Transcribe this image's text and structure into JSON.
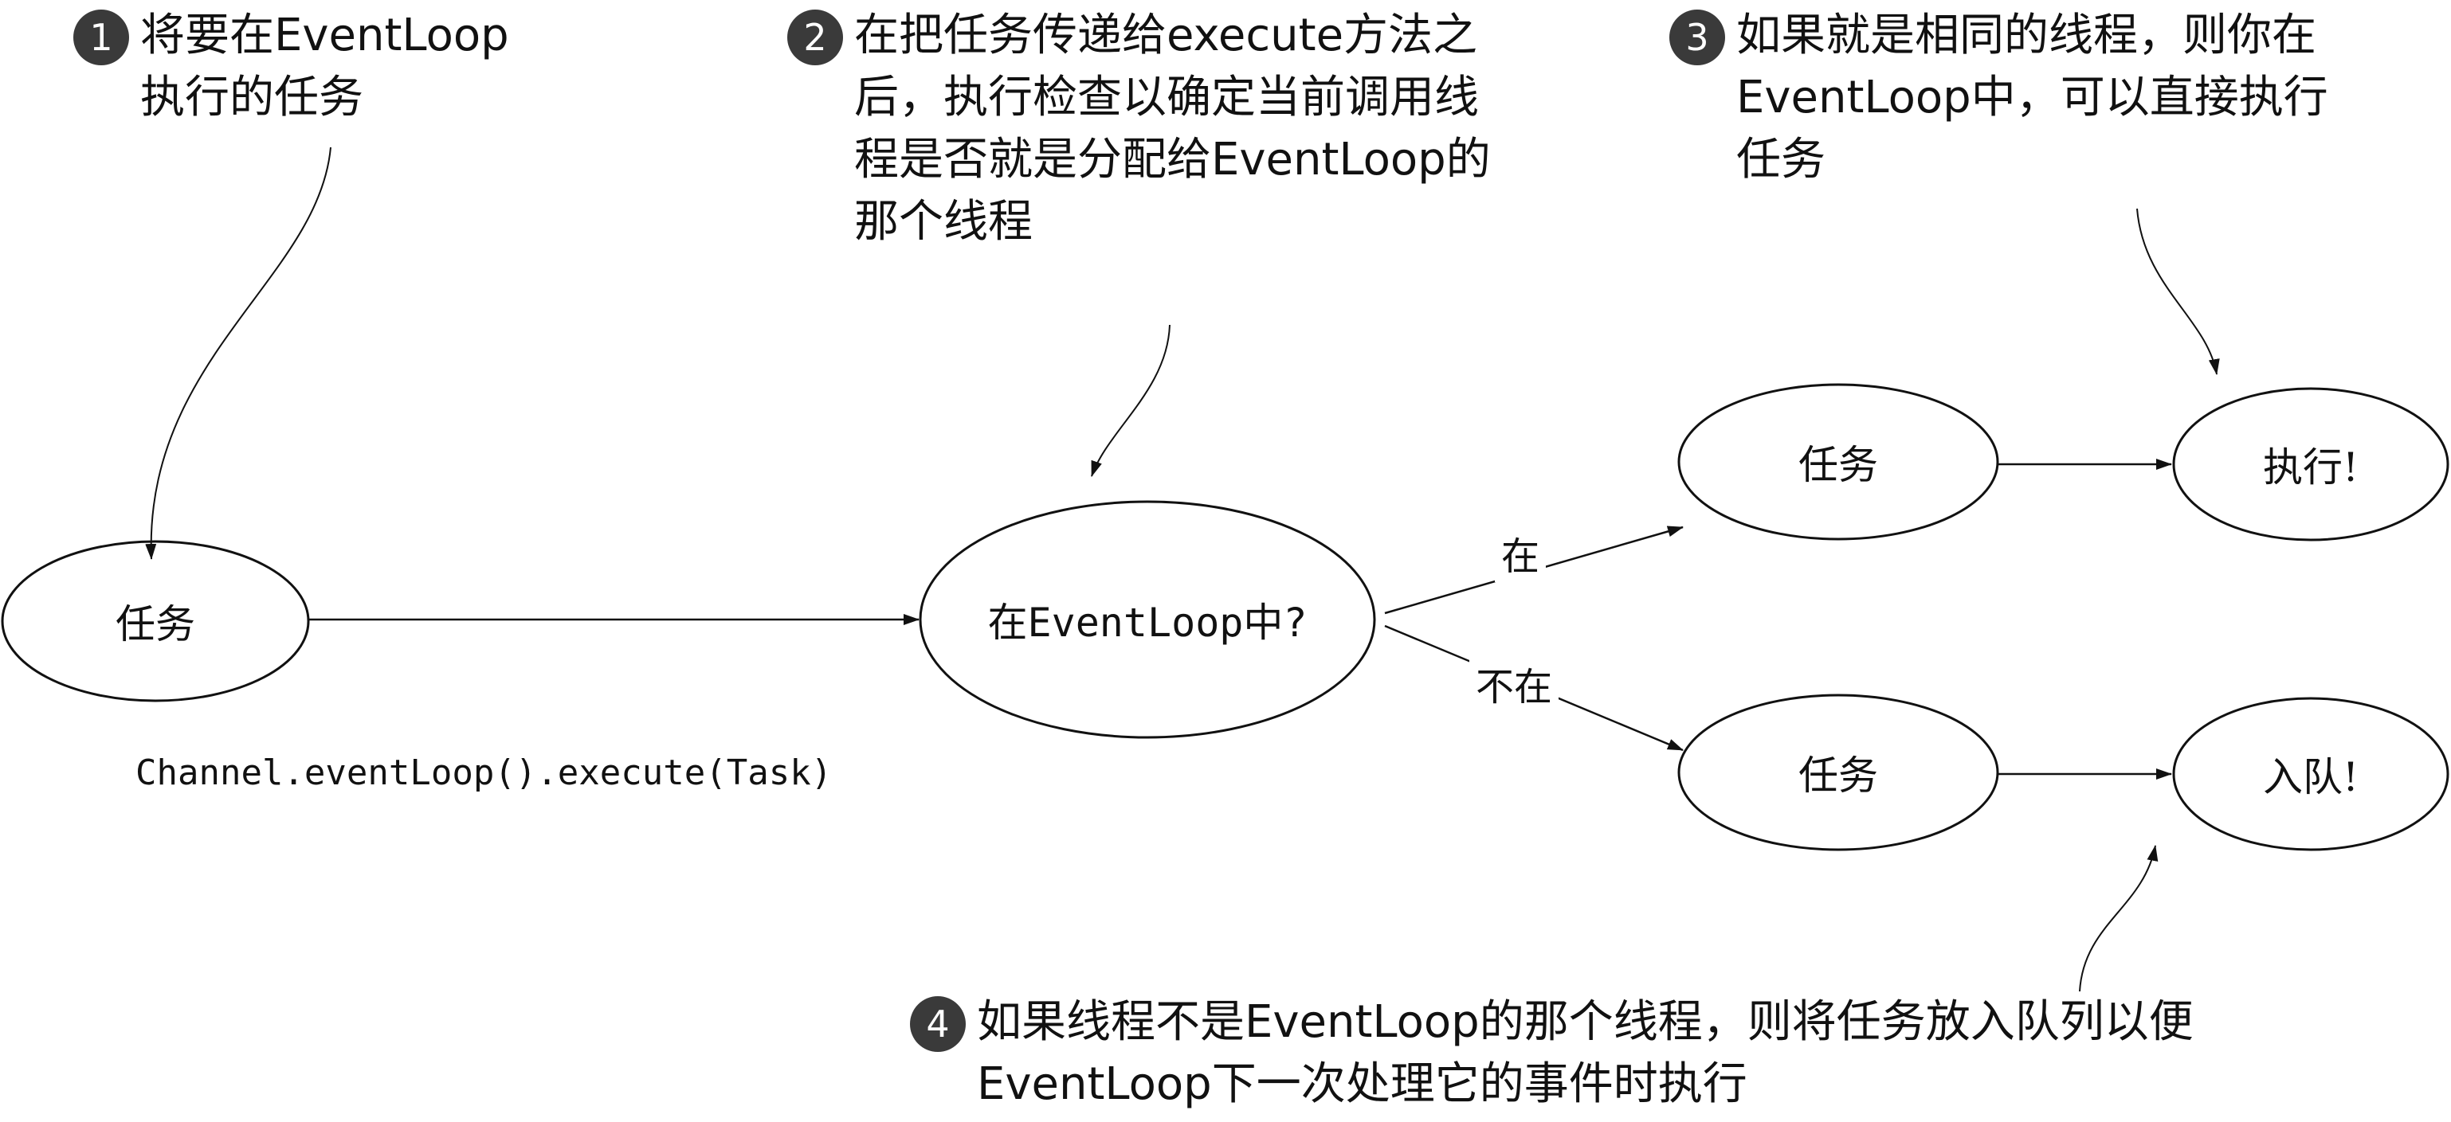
{
  "notes": [
    {
      "number": "1",
      "text": "将要在EventLoop\n执行的任务"
    },
    {
      "number": "2",
      "text": "在把任务传递给execute方法之\n后，执行检查以确定当前调用线\n程是否就是分配给EventLoop的\n那个线程"
    },
    {
      "number": "3",
      "text": "如果就是相同的线程，则你在\nEventLoop中，可以直接执行\n任务"
    },
    {
      "number": "4",
      "text": "如果线程不是EventLoop的那个线程，则将任务放入队列以便\nEventLoop下一次处理它的事件时执行"
    }
  ],
  "nodes": {
    "task_start": "任务",
    "in_eventloop": "在EventLoop中?",
    "task_yes": "任务",
    "execute": "执行!",
    "task_no": "任务",
    "enqueue": "入队!"
  },
  "edges": {
    "yes_label": "在",
    "no_label": "不在"
  },
  "code_caption": "Channel.eventLoop().execute(Task)"
}
